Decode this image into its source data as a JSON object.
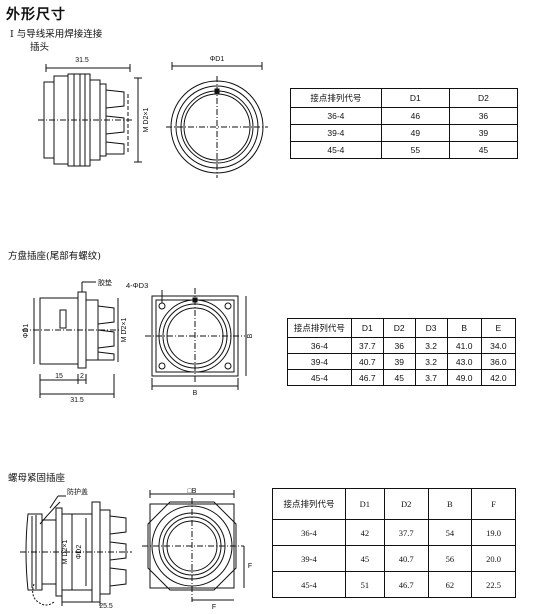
{
  "heading": "外形尺寸",
  "section1": {
    "title": "I 与导线采用焊接连接",
    "subtitle": "插头",
    "dim_width": "31.5",
    "dim_d1": "ΦD1",
    "dim_m": "M D2×1",
    "table": {
      "headers": [
        "接点排列代号",
        "D1",
        "D2"
      ],
      "rows": [
        [
          "36-4",
          "46",
          "36"
        ],
        [
          "39-4",
          "49",
          "39"
        ],
        [
          "45-4",
          "55",
          "45"
        ]
      ]
    }
  },
  "section2": {
    "title": "方盘插座(尾部有螺纹)",
    "label_gasket": "胶垫",
    "dim_holes": "4-ΦD3",
    "dim_d1": "ΦD1",
    "dim_m": "M D2×1",
    "dim_15": "15",
    "dim_2": "2",
    "dim_315": "31.5",
    "dim_b_bottom": "B",
    "dim_b_side": "B",
    "table": {
      "headers": [
        "接点排列代号",
        "D1",
        "D2",
        "D3",
        "B",
        "E"
      ],
      "rows": [
        [
          "36-4",
          "37.7",
          "36",
          "3.2",
          "41.0",
          "34.0"
        ],
        [
          "39-4",
          "40.7",
          "39",
          "3.2",
          "43.0",
          "36.0"
        ],
        [
          "45-4",
          "46.7",
          "45",
          "3.7",
          "49.0",
          "42.0"
        ]
      ]
    }
  },
  "section3": {
    "title": "螺母紧固插座",
    "label_cap": "防护盖",
    "dim_m": "M D2×1",
    "dim_d2": "ΦD2",
    "dim_255": "25.5",
    "dim_b": "□B",
    "dim_f_side": "F",
    "dim_f_bottom": "F",
    "table": {
      "headers": [
        "接点排列代号",
        "D1",
        "D2",
        "B",
        "F"
      ],
      "rows": [
        [
          "36-4",
          "42",
          "37.7",
          "54",
          "19.0"
        ],
        [
          "39-4",
          "45",
          "40.7",
          "56",
          "20.0"
        ],
        [
          "45-4",
          "51",
          "46.7",
          "62",
          "22.5"
        ]
      ]
    }
  }
}
